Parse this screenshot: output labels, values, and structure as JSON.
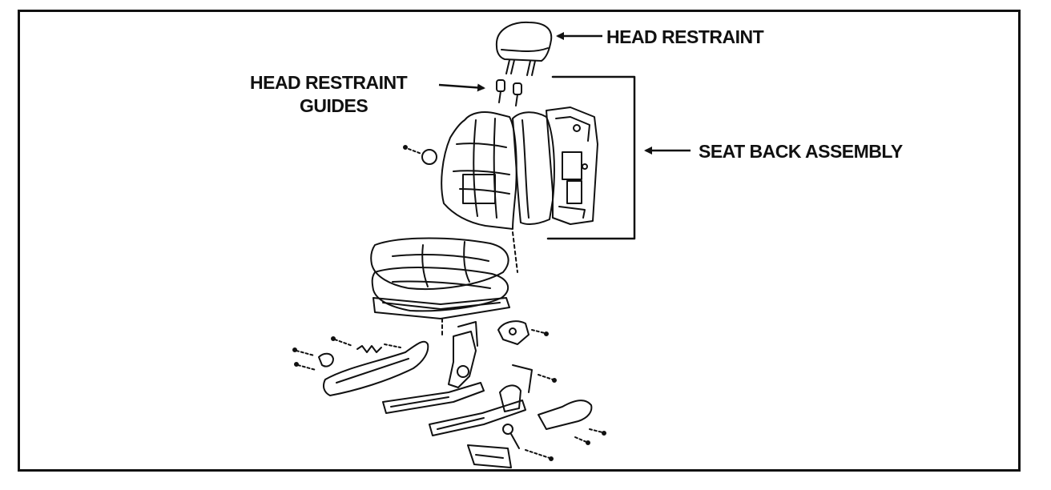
{
  "labels": {
    "head_restraint": "HEAD RESTRAINT",
    "head_restraint_guides_line1": "HEAD RESTRAINT",
    "head_restraint_guides_line2": "GUIDES",
    "seat_back_assembly": "SEAT BACK ASSEMBLY"
  },
  "colors": {
    "ink": "#111111",
    "background": "#ffffff"
  }
}
